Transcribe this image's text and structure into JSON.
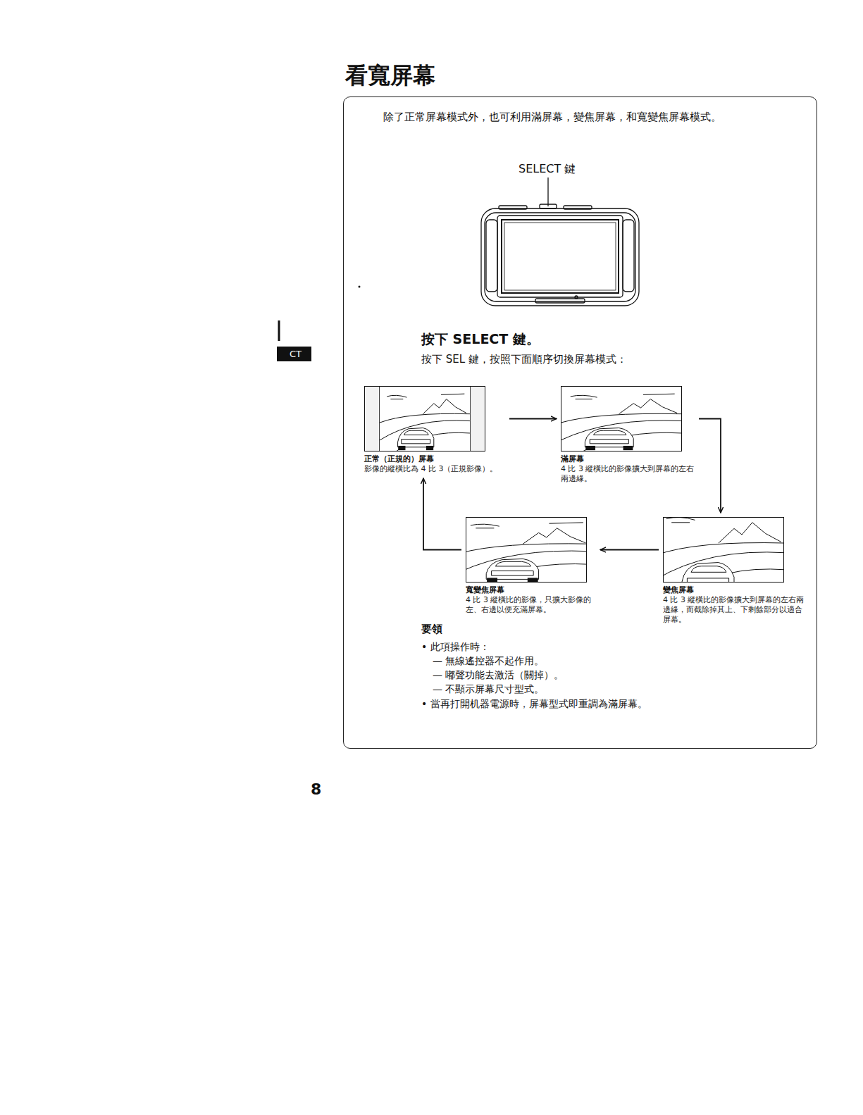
{
  "diagram": {
    "title": "看寬屏幕",
    "nodes": [
      {
        "text": [
          "除了正常屏幕模式外，也可利用滿屏幕，變焦屏幕，和寬變焦屏幕模式。",
          "按下 SELECT 鍵。",
          "按下 SEL 鍵，按照下面順序切換屏幕模式：",
          "要領",
          "• 此項操作時：",
          "— 無線遙控器不起作用。",
          "— 嘟聲功能去激活（關掉）。",
          "— 不顯示屏幕尺寸型式。",
          "• 當再打開机器電源時，屏幕型式即重調為滿屏幕。"
        ]
      },
      {
        "text": [
          "正常（正規的）屏幕",
          "影像的縱橫比為 4 比 3（正規影像）。"
        ],
        "in": 0
      },
      {
        "text": [
          "滿屏幕",
          "4 比 3 縱橫比的影像擴大到屏幕的左右兩邊緣。"
        ],
        "in": 0
      },
      {
        "text": [
          "寬變焦屏幕",
          "4 比 3 縱橫比的影像，只擴大影像的左、右邊以便充滿屏幕。"
        ],
        "in": 0
      },
      {
        "text": [
          "變焦屏幕",
          "4 比 3 縱橫比的影像擴大到屏幕的左右兩邊緣，而截除掉其上、下剩餘部分以適合屏幕。"
        ],
        "in": 0
      }
    ],
    "edges": [
      {
        "from": 1,
        "to": 2,
        "arrow": "to"
      },
      {
        "from": 2,
        "to": 4,
        "arrow": "to"
      },
      {
        "from": 4,
        "to": 3,
        "arrow": "to"
      },
      {
        "from": 3,
        "to": 1,
        "arrow": "to"
      }
    ],
    "labels": [
      "SELECT 鍵",
      "CT",
      "8"
    ]
  }
}
